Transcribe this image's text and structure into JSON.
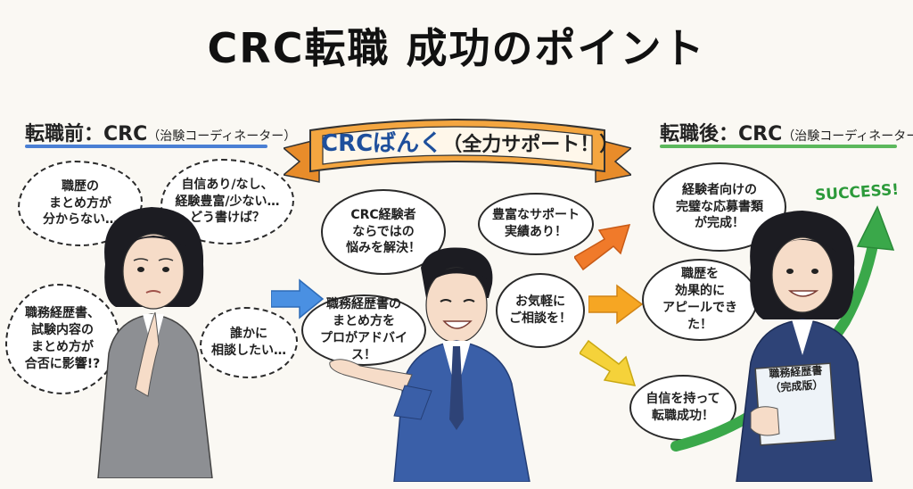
{
  "title": "CRC転職 成功のポイント",
  "before": {
    "label": "転職前：CRC",
    "sublabel": "（治験コーディネーター）",
    "underline_color": "#4a7fd4",
    "bubbles": [
      "職歴の\nまとめ方が\n分からない…",
      "自信あり/なし、\n経験豊富/少ない…\nどう書けば？",
      "職務経歴書、\n試験内容の\nまとめ方が\n合否に影響!?",
      "誰かに\n相談したい…"
    ]
  },
  "banner": {
    "main": "CRCばんく",
    "sub": "（全力サポート！）",
    "color": "#f0a23a"
  },
  "center": {
    "bubbles": [
      "CRC経験者\nならではの\n悩みを解決！",
      "豊富なサポート\n実績あり！",
      "職務経歴書の\nまとめ方を\nプロがアドバイス！",
      "お気軽に\nご相談を！"
    ]
  },
  "after": {
    "label": "転職後：CRC",
    "sublabel": "（治験コーディネーター）",
    "underline_color": "#5cb85c",
    "bubbles": [
      "経験者向けの\n完璧な応募書類\nが完成！",
      "職歴を\n効果的に\nアピールできた！",
      "自信を持って\n転職成功！"
    ],
    "success": "SUCCESS!",
    "document_label": "職務経歴書\n（完成版）"
  },
  "colors": {
    "suit_gray": "#8d8f93",
    "suit_navy": "#2e4377",
    "suit_blue": "#3a5fa8",
    "arrow_orange": "#f07a2a",
    "arrow_amber": "#f6a623",
    "arrow_yellow": "#f5d23a",
    "arrow_blue": "#4a90e2",
    "success_green": "#3aa84a"
  }
}
